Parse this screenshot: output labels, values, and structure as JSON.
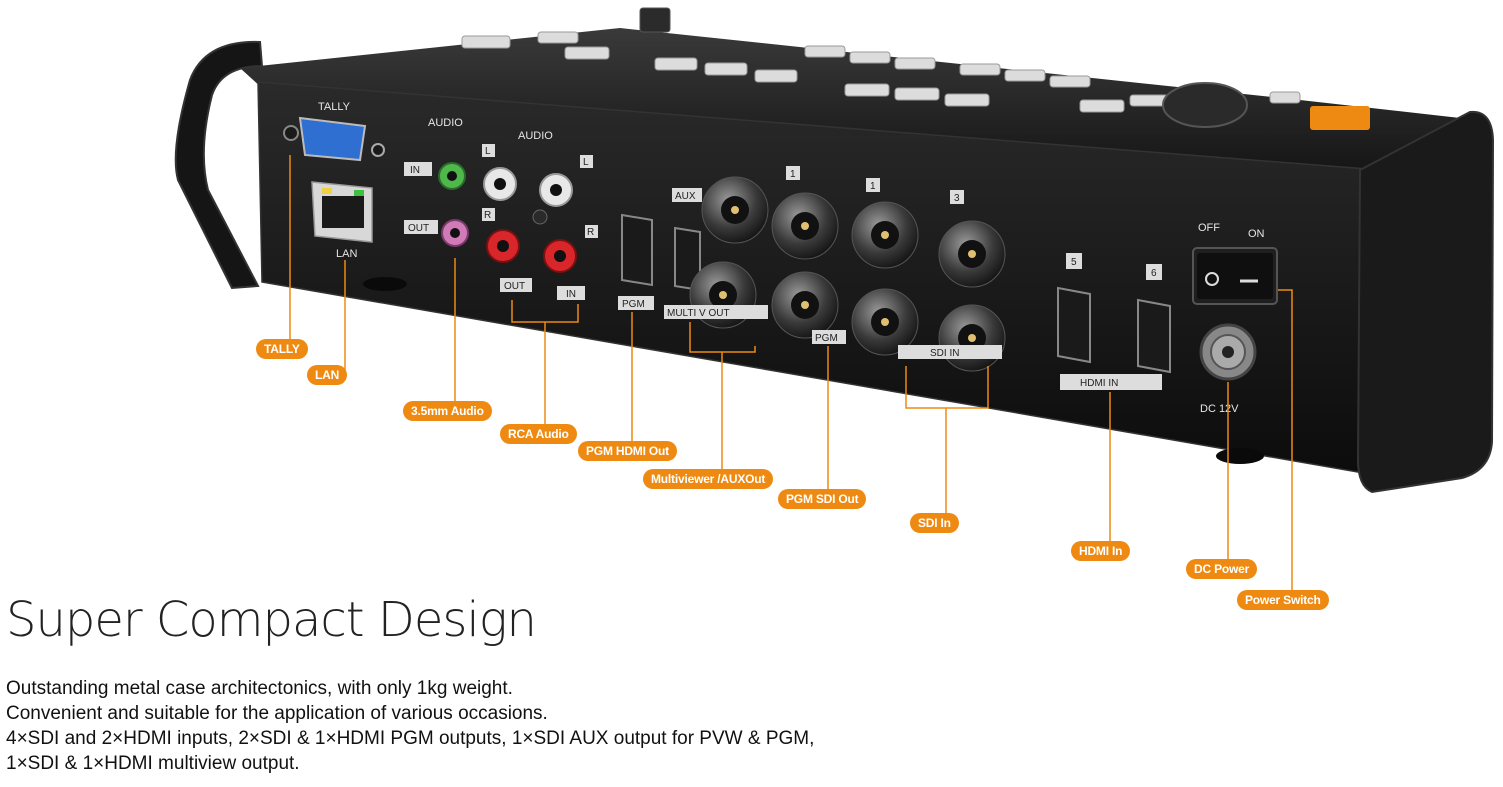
{
  "panel_labels": {
    "tally": "TALLY",
    "lan": "LAN",
    "audio1": "AUDIO",
    "audio2": "AUDIO",
    "in": "IN",
    "out": "OUT",
    "l1": "L",
    "l2": "L",
    "r1": "R",
    "r2": "R",
    "rca_out": "OUT",
    "rca_in": "IN",
    "aux": "AUX",
    "pgm_hdmi": "PGM",
    "multi_out": "MULTI    V OUT",
    "pgm_sdi": "PGM",
    "n1a": "1",
    "n1b": "1",
    "n3": "3",
    "sdi_in": "SDI IN",
    "n5": "5",
    "n6": "6",
    "hdmi_in": "HDMI IN",
    "off": "OFF",
    "on": "ON",
    "dc": "DC 12V"
  },
  "callouts": {
    "tally": "TALLY",
    "lan": "LAN",
    "audio35": "3.5mm Audio",
    "rca": "RCA Audio",
    "pgm_hdmi": "PGM HDMI Out",
    "multiview": "Multiviewer /AUXOut",
    "pgm_sdi": "PGM SDI Out",
    "sdi_in": "SDI In",
    "hdmi_in": "HDMI In",
    "dc_power": "DC Power",
    "power_switch": "Power Switch"
  },
  "headline": "Super Compact Design",
  "description": [
    "Outstanding metal case architectonics, with only 1kg weight.",
    "Convenient and suitable for the application of various occasions.",
    "4×SDI and 2×HDMI inputs, 2×SDI & 1×HDMI PGM outputs, 1×SDI AUX output for PVW & PGM,",
    "1×SDI & 1×HDMI multiview output."
  ],
  "colors": {
    "accent": "#ee8a12",
    "body": "#141414"
  }
}
